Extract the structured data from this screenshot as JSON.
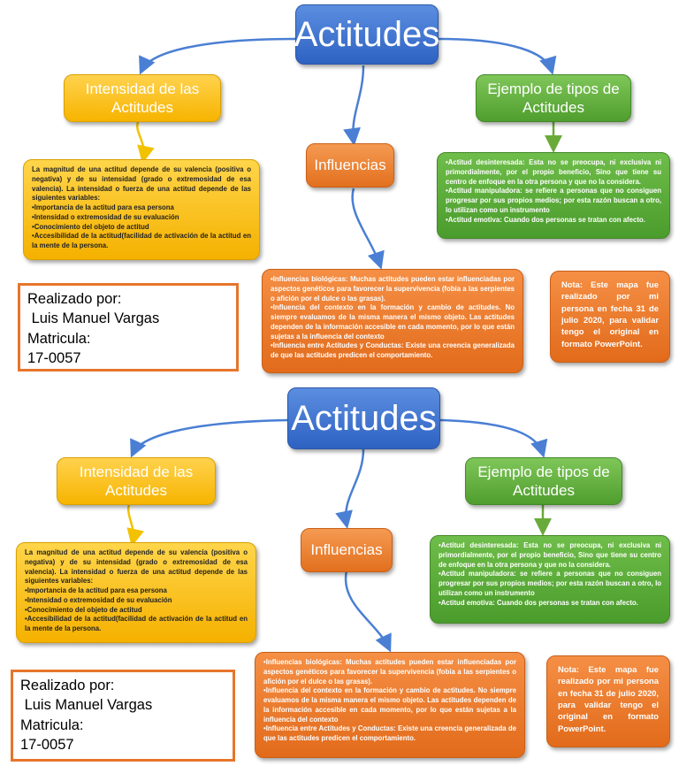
{
  "panels": [
    {
      "title": "Actitudes",
      "intensidad": {
        "heading": "Intensidad de las Actitudes",
        "intro": "La magnitud de una actitud depende de su valencia (positiva o negativa) y de su intensidad (grado o extremosidad de esa valencia). La intensidad o fuerza de una actitud depende de las siguientes variables:",
        "items": [
          "•Importancia de la actitud para esa persona",
          "•Intensidad o extremosidad de su evaluación",
          "•Conocimiento del objeto de actitud",
          "•Accesibilidad de la actitud(facilidad de activación de la actitud en la mente de la persona."
        ]
      },
      "influencias": {
        "heading": "Influencias",
        "items": [
          "•Influencias biológicas: Muchas actitudes pueden estar influenciadas por aspectos genéticos para favorecer la supervivencia (fobia a las serpientes o afición por el dulce o las grasas).",
          "•Influencia del contexto en la formación y cambio de actitudes. No siempre evaluamos de la misma manera el mismo objeto. Las actitudes dependen de la información accesible en cada momento, por lo que están sujetas a la influencia del contexto",
          "•Influencia entre Actitudes y Conductas: Existe una creencia generalizada de que las actitudes predicen el comportamiento."
        ]
      },
      "ejemplos": {
        "heading": "Ejemplo de tipos de Actitudes",
        "items": [
          "•Actitud desinteresada: Esta no se preocupa, ni exclusiva ni primordialmente, por el propio beneficio, Sino que tiene su centro de enfoque en la otra persona y que no la considera.",
          "•Actitud manipuladora: se refiere a personas que no consiguen progresar por sus propios medios; por esta razón buscan a otro, lo utilizan como un instrumento",
          "•Actitud emotiva: Cuando dos personas se tratan con afecto."
        ]
      },
      "author": {
        "line1": "Realizado por:",
        "line2": " Luis Manuel Vargas",
        "line3": "Matricula:",
        "line4": "17-0057"
      },
      "note": "Nota: Este mapa fue realizado por mi persona en fecha 31 de julio 2020, para validar tengo el original en formato PowerPoint."
    },
    {
      "title": "Actitudes",
      "intensidad": {
        "heading": "Intensidad de las Actitudes",
        "intro": "La magnitud de una actitud depende de su valencia (positiva o negativa) y de su intensidad (grado o extremosidad de esa valencia). La intensidad o fuerza de una actitud depende de las siguientes variables:",
        "items": [
          "•Importancia de la actitud para esa persona",
          "•Intensidad o extremosidad de su evaluación",
          "•Conocimiento del objeto de actitud",
          "•Accesibilidad de la actitud(facilidad de activación de la actitud en la mente de la persona."
        ]
      },
      "influencias": {
        "heading": "Influencias",
        "items": [
          "•Influencias biológicas: Muchas actitudes pueden estar influenciadas por aspectos genéticos para favorecer la supervivencia (fobia a las serpientes o afición por el dulce o las grasas).",
          "•Influencia del contexto en la formación y cambio de actitudes. No siempre evaluamos de la misma manera el mismo objeto. Las actitudes dependen de la información accesible en cada momento, por lo que están sujetas a la influencia del contexto",
          "•Influencia entre Actitudes y Conductas: Existe una creencia generalizada de que las actitudes predicen el comportamiento."
        ]
      },
      "ejemplos": {
        "heading": "Ejemplo de tipos de Actitudes",
        "items": [
          "•Actitud desinteresada: Esta no se preocupa, ni exclusiva ni primordialmente, por el propio beneficio, Sino que tiene su centro de enfoque en la otra persona y que no la considera.",
          "•Actitud manipuladora: se refiere a personas que no consiguen progresar por sus propios medios; por esta razón buscan a otro, lo utilizan como un instrumento",
          "•Actitud emotiva: Cuando dos personas se tratan con afecto."
        ]
      },
      "author": {
        "line1": "Realizado por:",
        "line2": " Luis Manuel Vargas",
        "line3": "Matricula:",
        "line4": "17-0057"
      },
      "note": "Nota: Este mapa fue realizado por mi persona en fecha 31 de julio 2020, para validar tengo el original en formato PowerPoint."
    }
  ],
  "colors": {
    "title_blue": "#3a6fd0",
    "intensidad_yellow": "#f7b400",
    "influencias_orange": "#e2701e",
    "ejemplos_green": "#4f9e2e",
    "author_border": "#e7752b",
    "arrow_blue": "#4a7fd4",
    "arrow_yellow": "#f2c200",
    "arrow_green": "#6aaa3a"
  }
}
